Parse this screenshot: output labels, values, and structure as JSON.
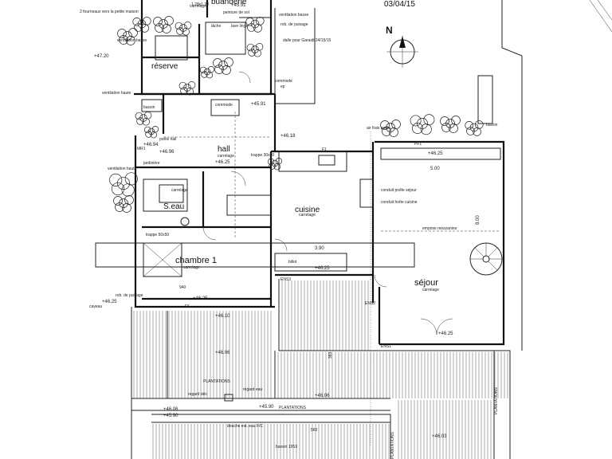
{
  "header": {
    "date": "03/04/15",
    "north": "N"
  },
  "rooms": {
    "buanderie": "buanderie",
    "reserve": "réserve",
    "hall": "hall",
    "seau": "S.eau",
    "cuisine": "cuisine",
    "chambre": "chambre 1",
    "sejour": "séjour"
  },
  "floors": {
    "carrelage": "carrelage",
    "peinture": "peinture de sol",
    "hall_floor": "carrelage",
    "cuisine_floor": "carrelage",
    "chambre_floor": "carrelage",
    "sejour_floor": "carrelage",
    "seau_floor": "carrelage"
  },
  "notes": {
    "fourneaux": "2 fourneaux vers la petite maison",
    "vent_basse_1": "ventilation basse",
    "vent_basse_2": "ventilation basse",
    "vent_haute_1": "ventilation haute",
    "vent_haute_2": "ventilation haute",
    "bassin_1": "bassin",
    "bassin_2": "bassin",
    "rob_puisage_1": "rob. de puisage",
    "rob_puisage_2": "rob. de puisage",
    "dalle": "dalle pour Garaidi 24/15/15",
    "caveau": "caveau",
    "tache": "tâche",
    "lave_linge": "lave linge",
    "commode_1": "commode",
    "commode_2": "commode",
    "trappe_1": "trappe 30x30",
    "trappe_2": "trappe 50x50",
    "poele": "poêle hall",
    "jardiniere": "jardinière",
    "air_frais": "air frais poêle",
    "conduit_poele": "conduit poêle séjour",
    "conduit_hotte": "conduit hotte cuisine",
    "emprise": "emprise mezzanine",
    "billot": "billot",
    "plantations_1": "PLANTATIONS",
    "plantations_2": "PLANTATIONS",
    "plantations_3": "PLANTATIONS",
    "plantations_4": "PLANTATIONS",
    "regard_dec": "regard déc",
    "regard_eau": "regard eau",
    "douche": "douche ext. eau F/C",
    "bassin_dim": "bassin 195X",
    "ep": "ep",
    "f1": "F1",
    "pf1": "PF1",
    "mr1": "MR1"
  },
  "levels": {
    "l4720": "+47.20",
    "l4591a": "+45.91",
    "l4591b": "+45.91",
    "l4694": "+46.94",
    "l4696": "+46.96",
    "l4618": "+46.18",
    "l4625_hall": "+46.25",
    "l4625_sej_top": "+46.25",
    "l4625_cuis": "+46.25",
    "l4625_ch": "+46.25",
    "l4625_sej": "+46.25",
    "l4625_cav": "+46.25",
    "l4610": "+46.10",
    "l4606a": "+46.06",
    "l4606b": "+46.06",
    "l4606c": "+46.06",
    "l4590a": "+45.90",
    "l4590b": "+45.90",
    "l4603": "+46.03"
  },
  "dims": {
    "d500": "5.00",
    "d800": "8.00",
    "d390": "3.90",
    "d560": "560",
    "d940": "940",
    "d383": "383",
    "d128": "1.28x1.20"
  },
  "marks": {
    "ens1": "ENS1",
    "ens2": "ENS2",
    "ens3": "ENS3",
    "f6": "F6"
  }
}
